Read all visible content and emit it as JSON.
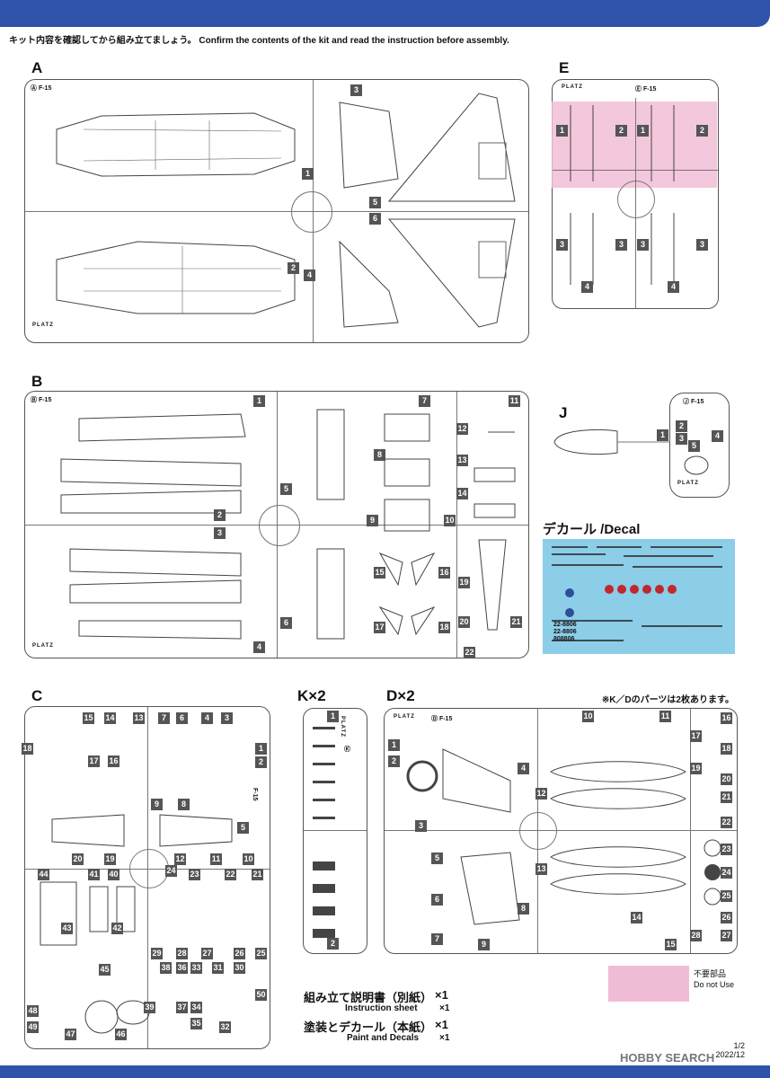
{
  "header": {
    "intro": "キット内容を確認してから組み立てましょう。 Confirm the contents of the kit and read the instruction before assembly."
  },
  "sections": {
    "a": "A",
    "b": "B",
    "c": "C",
    "e": "E",
    "j": "J",
    "k": "K×2",
    "d": "D×2"
  },
  "sprue_tags": {
    "a": "Ⓐ F-15",
    "b": "Ⓑ F-15",
    "e": "Ⓔ F-15",
    "j": "Ⓙ F-15",
    "d": "Ⓓ F-15",
    "c": "F-15",
    "k": "Ⓚ"
  },
  "brand": "PLATZ",
  "decal": {
    "title": "デカール /Decal",
    "serial_1": "22-8806",
    "serial_2": "22-8806",
    "serial_3": "808806"
  },
  "note": "※K／Dのパーツは2枚あります。",
  "legend": {
    "jp": "不要部品",
    "en": "Do not Use",
    "color": "#f1bdd6"
  },
  "included": {
    "sheet_jp": "組み立て説明書（別紙）",
    "sheet_en": "Instruction sheet",
    "sheet_qty": "×1",
    "decal_jp": "塗装とデカール（本紙）",
    "decal_en": "Paint and Decals",
    "decal_qty": "×1"
  },
  "page": {
    "num": "1/2",
    "date": "2022/12"
  },
  "watermark": "HOBBY SEARCH",
  "colors": {
    "bar": "#2f53a8",
    "badge": "#555555",
    "decal_bg": "#8ccde8",
    "roundel": "#c0282d"
  },
  "parts": {
    "a": [
      "1",
      "2",
      "3",
      "4",
      "5",
      "6"
    ],
    "b": [
      "1",
      "2",
      "3",
      "4",
      "5",
      "6",
      "7",
      "8",
      "9",
      "10",
      "11",
      "12",
      "13",
      "14",
      "15",
      "16",
      "17",
      "18",
      "19",
      "20",
      "21",
      "22"
    ],
    "e": [
      "1",
      "2",
      "1",
      "2",
      "3",
      "3",
      "3",
      "3",
      "4",
      "4"
    ],
    "j": [
      "1",
      "2",
      "3",
      "4",
      "5"
    ],
    "k": [
      "1",
      "2"
    ],
    "d": [
      "1",
      "2",
      "3",
      "4",
      "5",
      "6",
      "7",
      "8",
      "9",
      "10",
      "11",
      "12",
      "13",
      "14",
      "15",
      "16",
      "17",
      "18",
      "19",
      "20",
      "21",
      "22",
      "23",
      "24",
      "25",
      "26",
      "27",
      "28"
    ],
    "c": [
      "1",
      "2",
      "3",
      "4",
      "5",
      "6",
      "7",
      "8",
      "9",
      "10",
      "11",
      "12",
      "13",
      "14",
      "15",
      "16",
      "17",
      "18",
      "19",
      "20",
      "21",
      "22",
      "23",
      "24",
      "25",
      "26",
      "27",
      "28",
      "29",
      "30",
      "31",
      "32",
      "33",
      "34",
      "35",
      "36",
      "37",
      "38",
      "39",
      "40",
      "41",
      "42",
      "43",
      "44",
      "45",
      "46",
      "47",
      "48",
      "49",
      "50"
    ]
  }
}
